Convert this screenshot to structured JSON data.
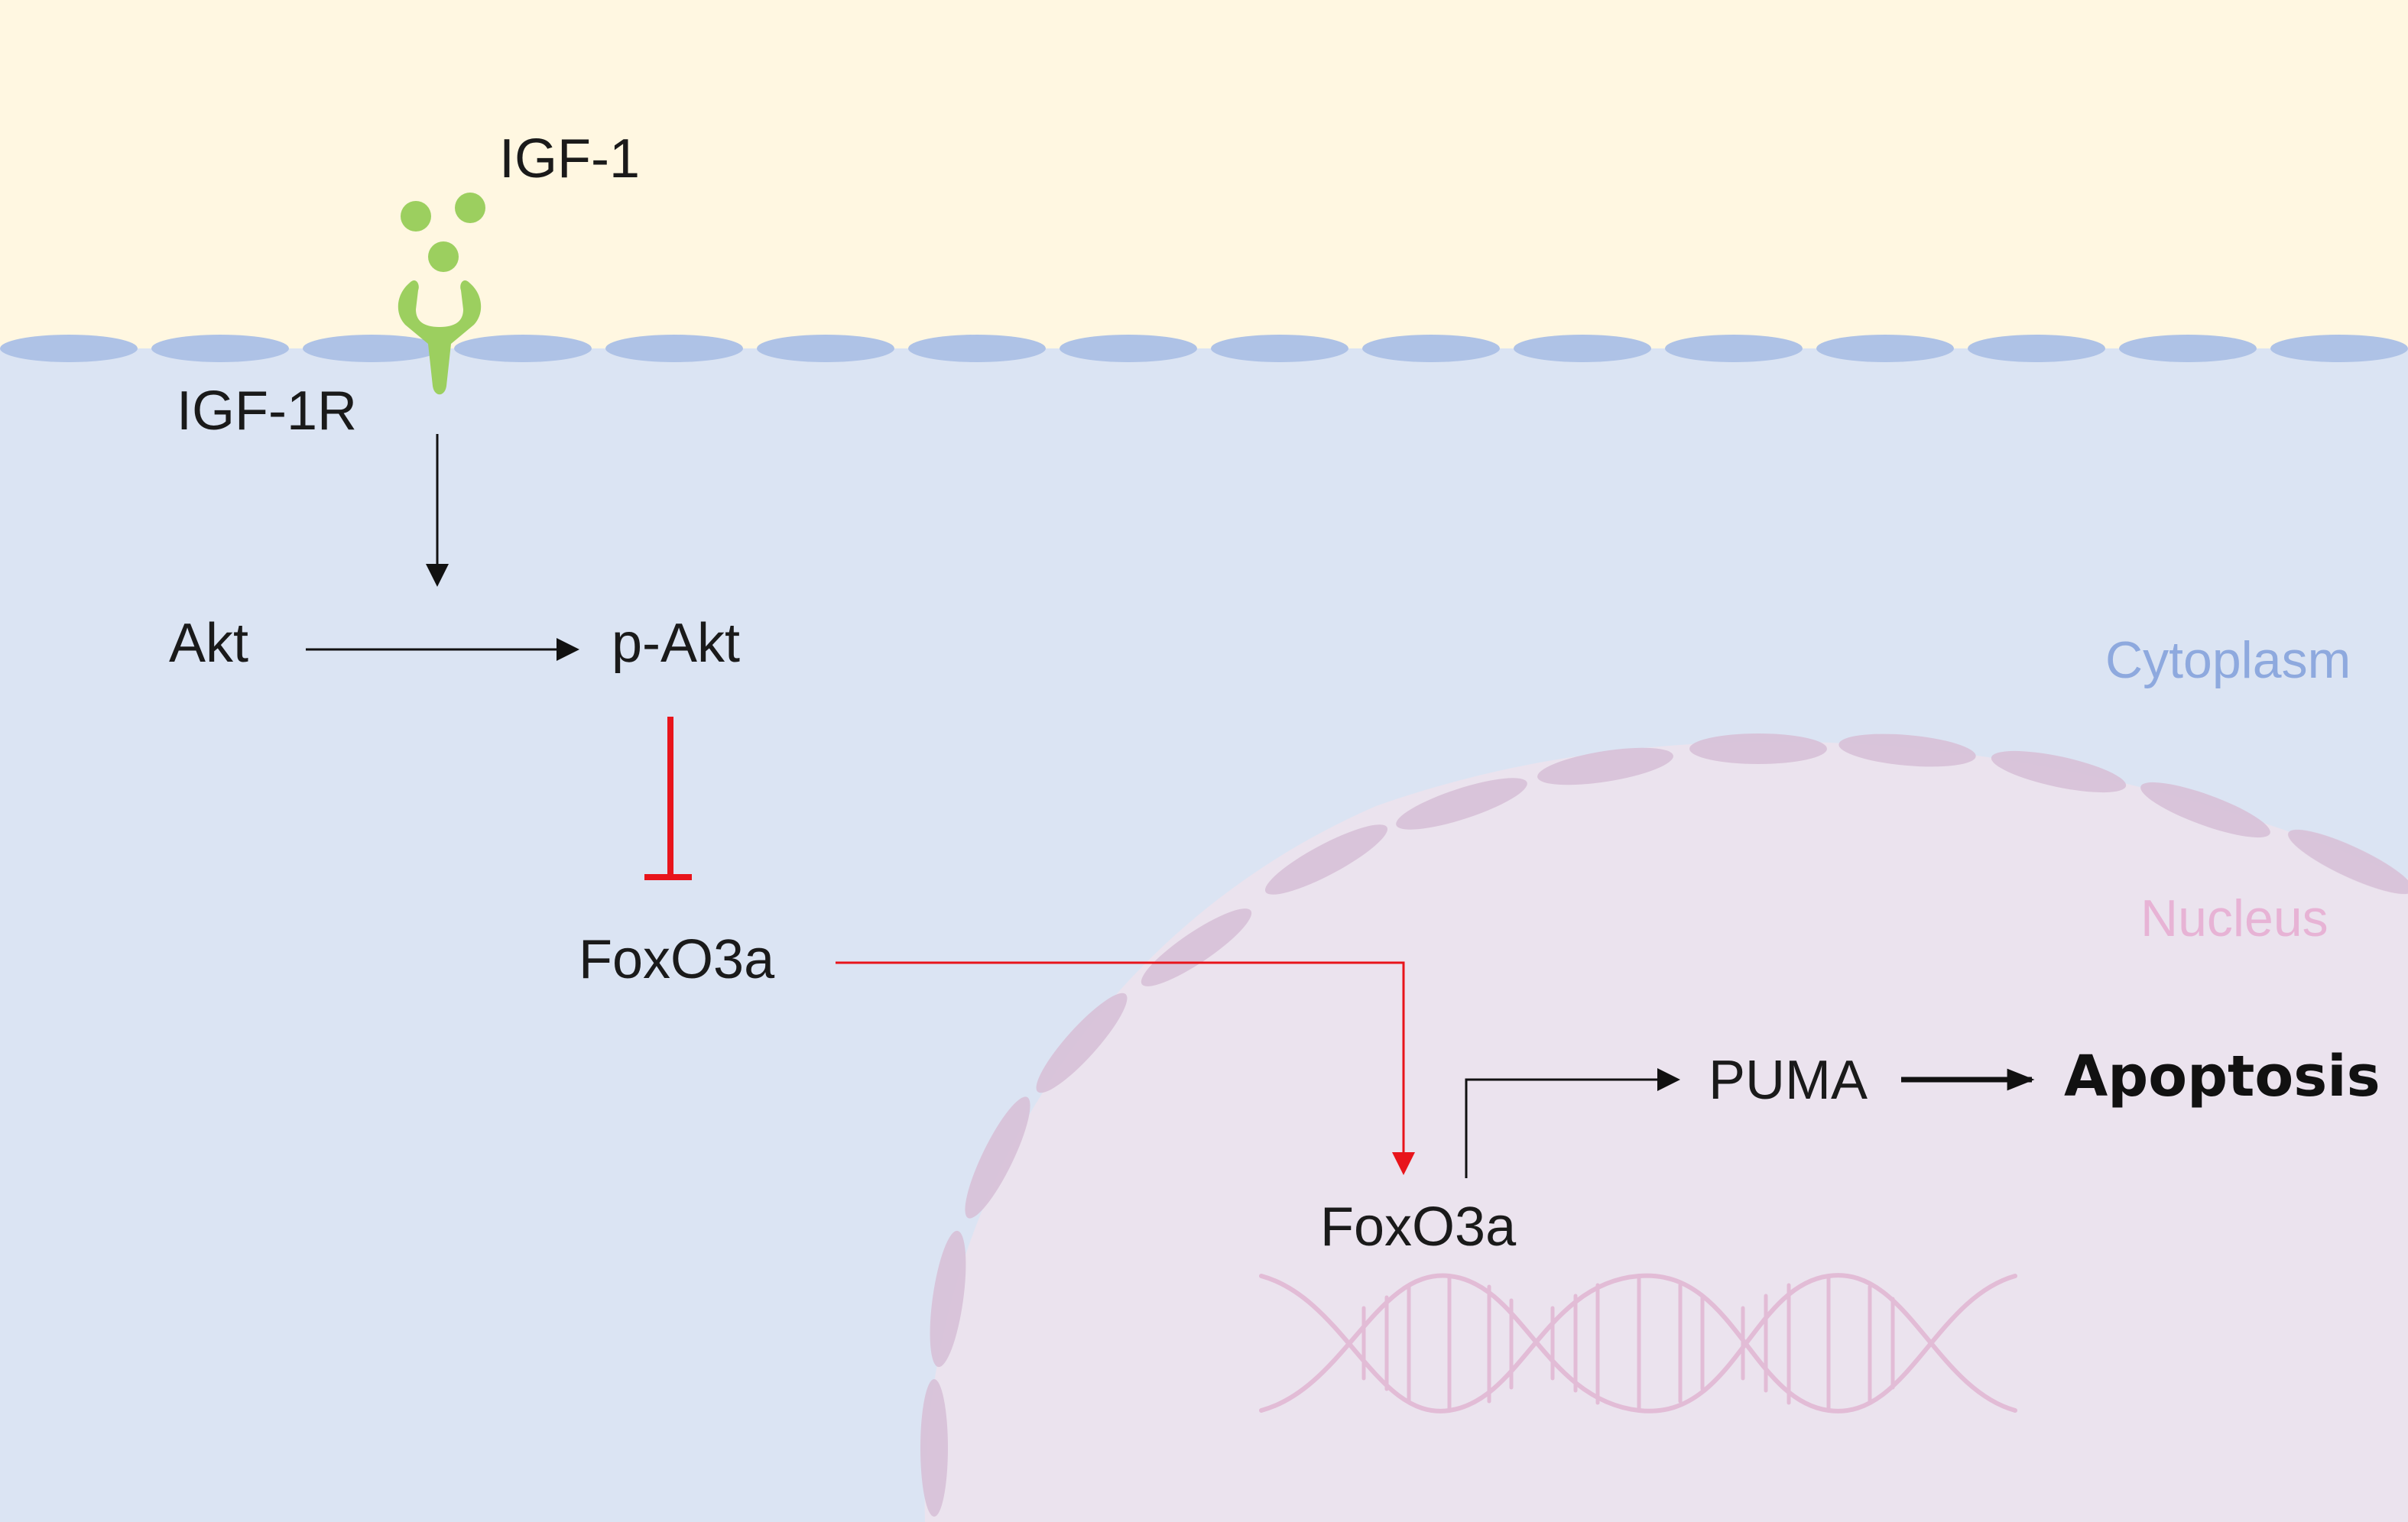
{
  "labels": {
    "ligand": "IGF-1",
    "receptor": "IGF-1R",
    "akt": "Akt",
    "p_akt": "p-Akt",
    "foxo3a_cytoplasm": "FoxO3a",
    "foxo3a_nucleus": "FoxO3a",
    "puma": "PUMA",
    "apoptosis": "Apoptosis",
    "cytoplasm": "Cytoplasm",
    "nucleus": "Nucleus"
  },
  "colors": {
    "extracellular": "#fff7e1",
    "cytoplasm": "#dbe4f3",
    "membrane": "#aec2e6",
    "nucleus_fill": "#ebe3ee",
    "nuclear_envelope": "#d9c2d8",
    "ligand_receptor": "#9ccf5f",
    "activation_arrow": "#111111",
    "inhibition": "#e8141b",
    "cytoplasm_label": "#8ea9de",
    "nucleus_label": "#e7b3d5",
    "dna": "#e2bcd6"
  },
  "icons": {
    "receptor": "y-shaped-receptor-icon",
    "ligand": "ligand-dots-icon",
    "dna": "dna-helix-icon"
  }
}
